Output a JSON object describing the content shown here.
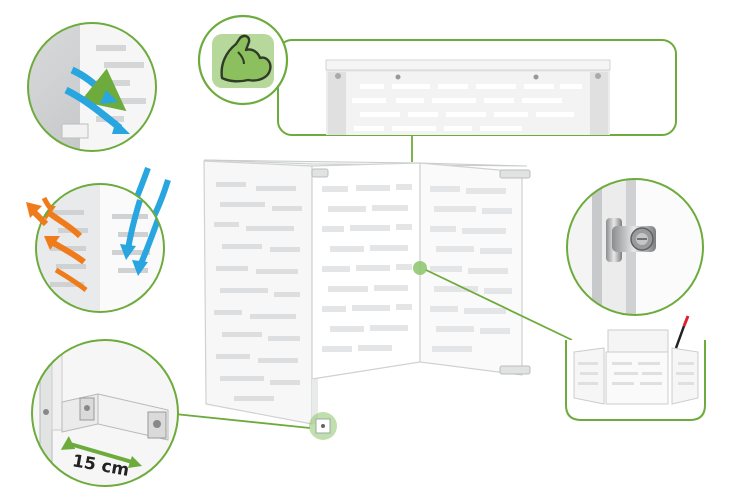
{
  "product_image": {
    "dimension_label": "15 cm",
    "accent_color": "#6dab3c",
    "arrow_color_cool": "#29a6df",
    "arrow_color_warm": "#f07b1b",
    "callouts": [
      {
        "name": "strength-badge",
        "icon": "flexed-arm-icon"
      },
      {
        "name": "top-frame-detail"
      },
      {
        "name": "airflow-detail"
      },
      {
        "name": "ventilation-detail"
      },
      {
        "name": "hinge-clip-detail"
      },
      {
        "name": "foot-spacer-detail"
      }
    ]
  }
}
